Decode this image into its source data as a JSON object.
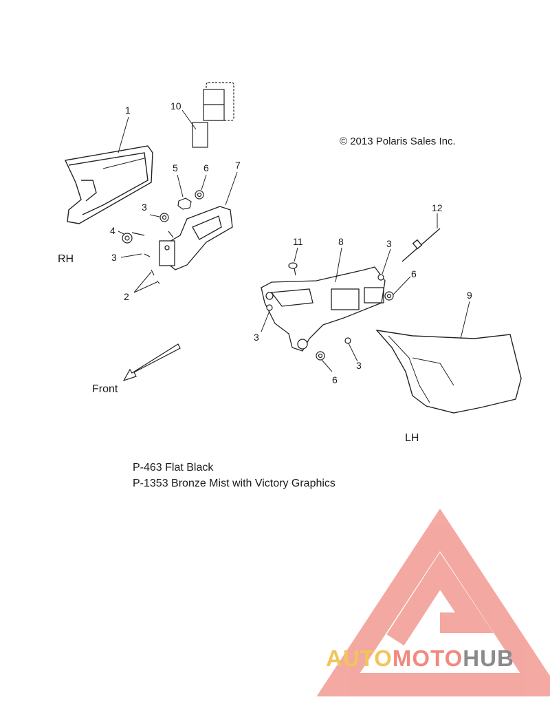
{
  "copyright": "© 2013 Polaris Sales Inc.",
  "side_labels": {
    "rh": "RH",
    "lh": "LH"
  },
  "direction_label": "Front",
  "paint_codes": [
    "P-463  Flat Black",
    "P-1353 Bronze Mist with Victory Graphics"
  ],
  "callouts": {
    "c1": "1",
    "c10": "10",
    "c5": "5",
    "c6a": "6",
    "c7": "7",
    "c3a": "3",
    "c4": "4",
    "c3b": "3",
    "c2": "2",
    "c12": "12",
    "c11": "11",
    "c8": "8",
    "c3c": "3",
    "c6b": "6",
    "c9": "9",
    "c3d": "3",
    "c3e": "3",
    "c6c": "6"
  },
  "watermark": {
    "part1": "AUTO",
    "part2": "MOTO",
    "part3": "HUB",
    "colors": {
      "auto": "#f2c55a",
      "moto": "#f08a80",
      "hub": "#8a8a8a",
      "logo": "#f29a92"
    }
  }
}
